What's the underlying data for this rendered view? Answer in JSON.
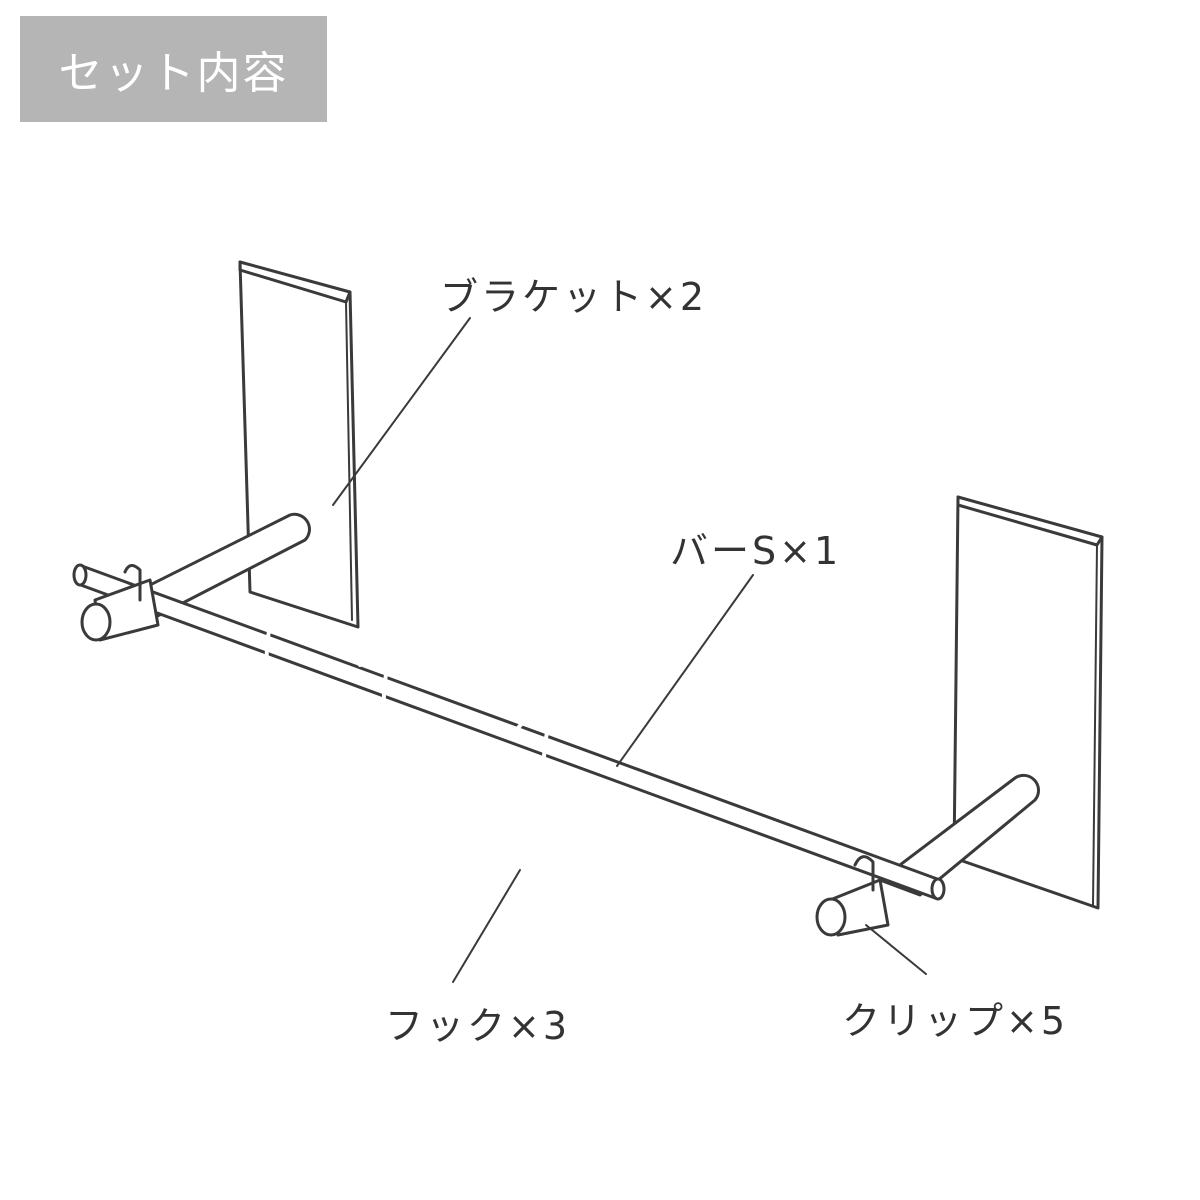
{
  "header": {
    "title": "セット内容",
    "background": "#b5b5b5",
    "text_color": "#ffffff"
  },
  "parts": [
    {
      "id": "bracket",
      "label": "ブラケット×2",
      "name": "ブラケット",
      "quantity": 2
    },
    {
      "id": "bar",
      "label": "バーS×1",
      "name": "バーS",
      "quantity": 1
    },
    {
      "id": "hook",
      "label": "フック×3",
      "name": "フック",
      "quantity": 3
    },
    {
      "id": "clip",
      "label": "クリップ×5",
      "name": "クリップ",
      "quantity": 5
    }
  ],
  "colors": {
    "line": "#3a3a3a",
    "label_text": "#333333",
    "background": "#ffffff"
  }
}
